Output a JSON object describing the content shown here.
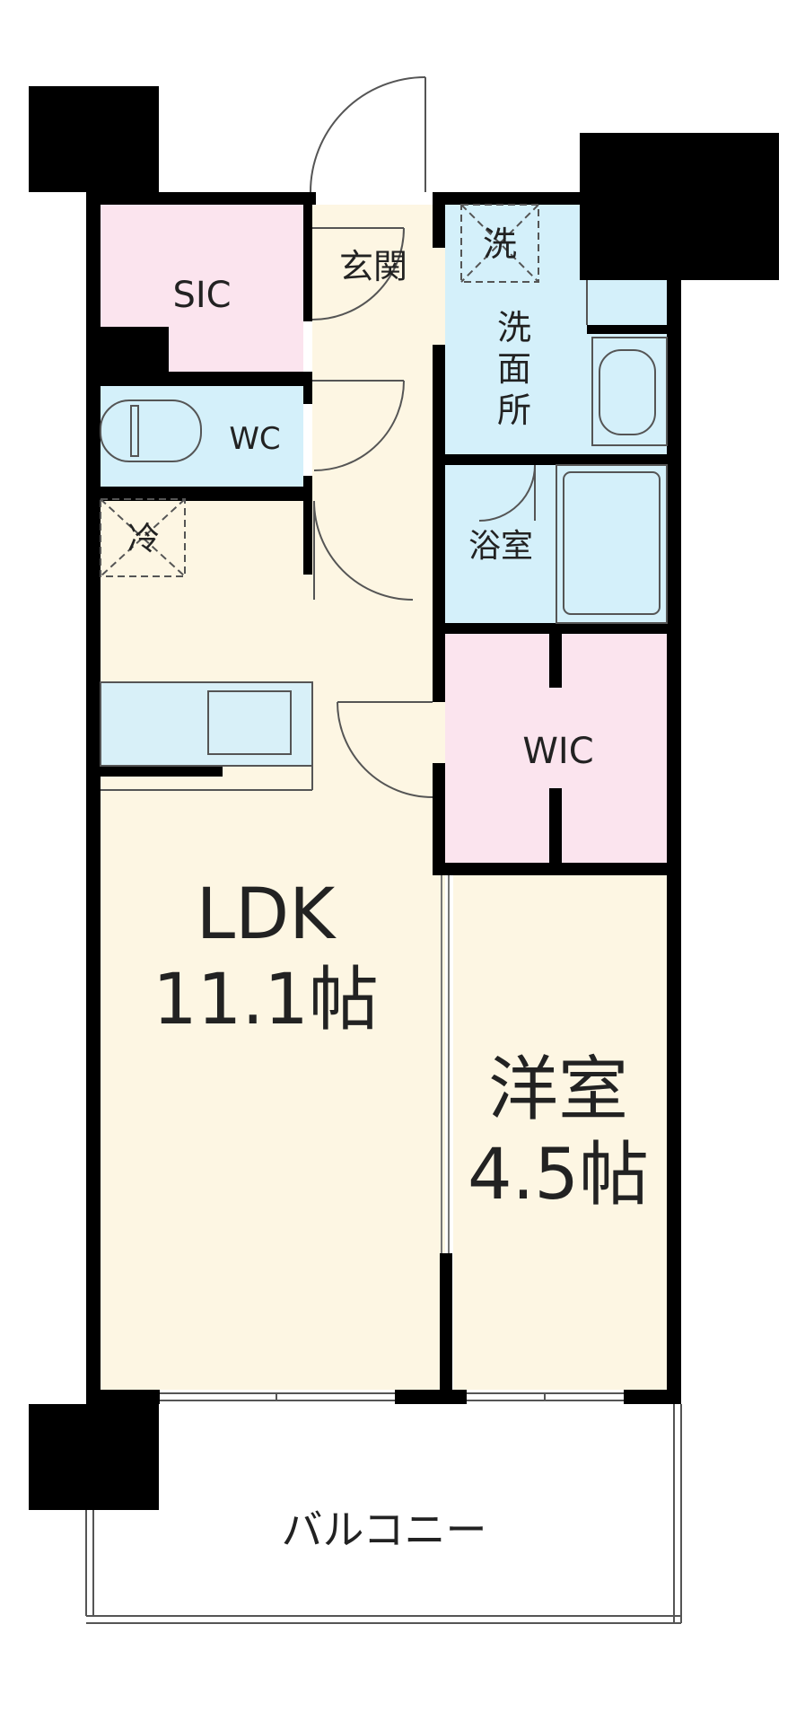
{
  "colors": {
    "wall": "#000000",
    "floor_beige": "#fdf6e3",
    "floor_pink": "#fbe4ee",
    "floor_blue": "#d4f0fa",
    "fixture_stroke": "#555555"
  },
  "rooms": {
    "sic": "SIC",
    "wc": "WC",
    "genkan": "玄関",
    "washer": "洗",
    "senmenjo": [
      "洗",
      "面",
      "所"
    ],
    "yokushitsu": "浴室",
    "fridge": "冷",
    "wic": "WIC",
    "ldk_name": "LDK",
    "ldk_size": "11.1帖",
    "yoshitsu_name": "洋室",
    "yoshitsu_size": "4.5帖",
    "balcony": "バルコニー"
  }
}
